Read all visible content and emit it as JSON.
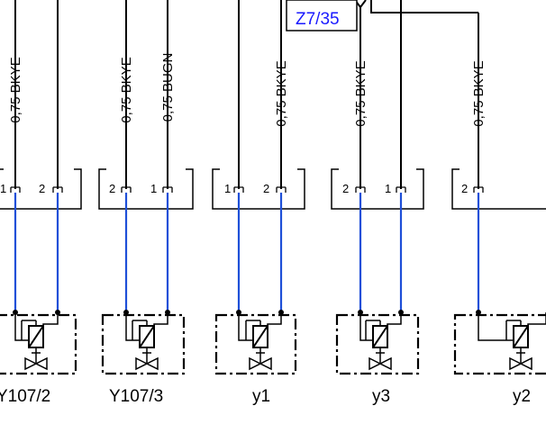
{
  "splice": {
    "label": "Z7/35",
    "color": "#1a1aff"
  },
  "colors": {
    "wire_harness": "#000000",
    "wire_internal": "#1e4fd8",
    "component": "#000000"
  },
  "wire_labels": [
    "0,75 BKYE",
    "0,75 BKYE",
    "0,75 BUGN",
    "0,75 BKYE",
    "0,75 BKYE",
    "0,75 BKYE"
  ],
  "connectors": [
    {
      "pins": [
        "1",
        "2"
      ]
    },
    {
      "pins": [
        "2",
        "1"
      ]
    },
    {
      "pins": [
        "1",
        "2"
      ]
    },
    {
      "pins": [
        "2",
        "1"
      ]
    },
    {
      "pins": [
        "2"
      ]
    }
  ],
  "components": [
    {
      "label": "Y107/2",
      "icon": "solenoid-valve-icon"
    },
    {
      "label": "Y107/3",
      "icon": "solenoid-valve-icon"
    },
    {
      "label": "y1",
      "icon": "solenoid-valve-icon"
    },
    {
      "label": "y3",
      "icon": "solenoid-valve-icon"
    },
    {
      "label": "y2",
      "icon": "solenoid-valve-icon"
    }
  ]
}
